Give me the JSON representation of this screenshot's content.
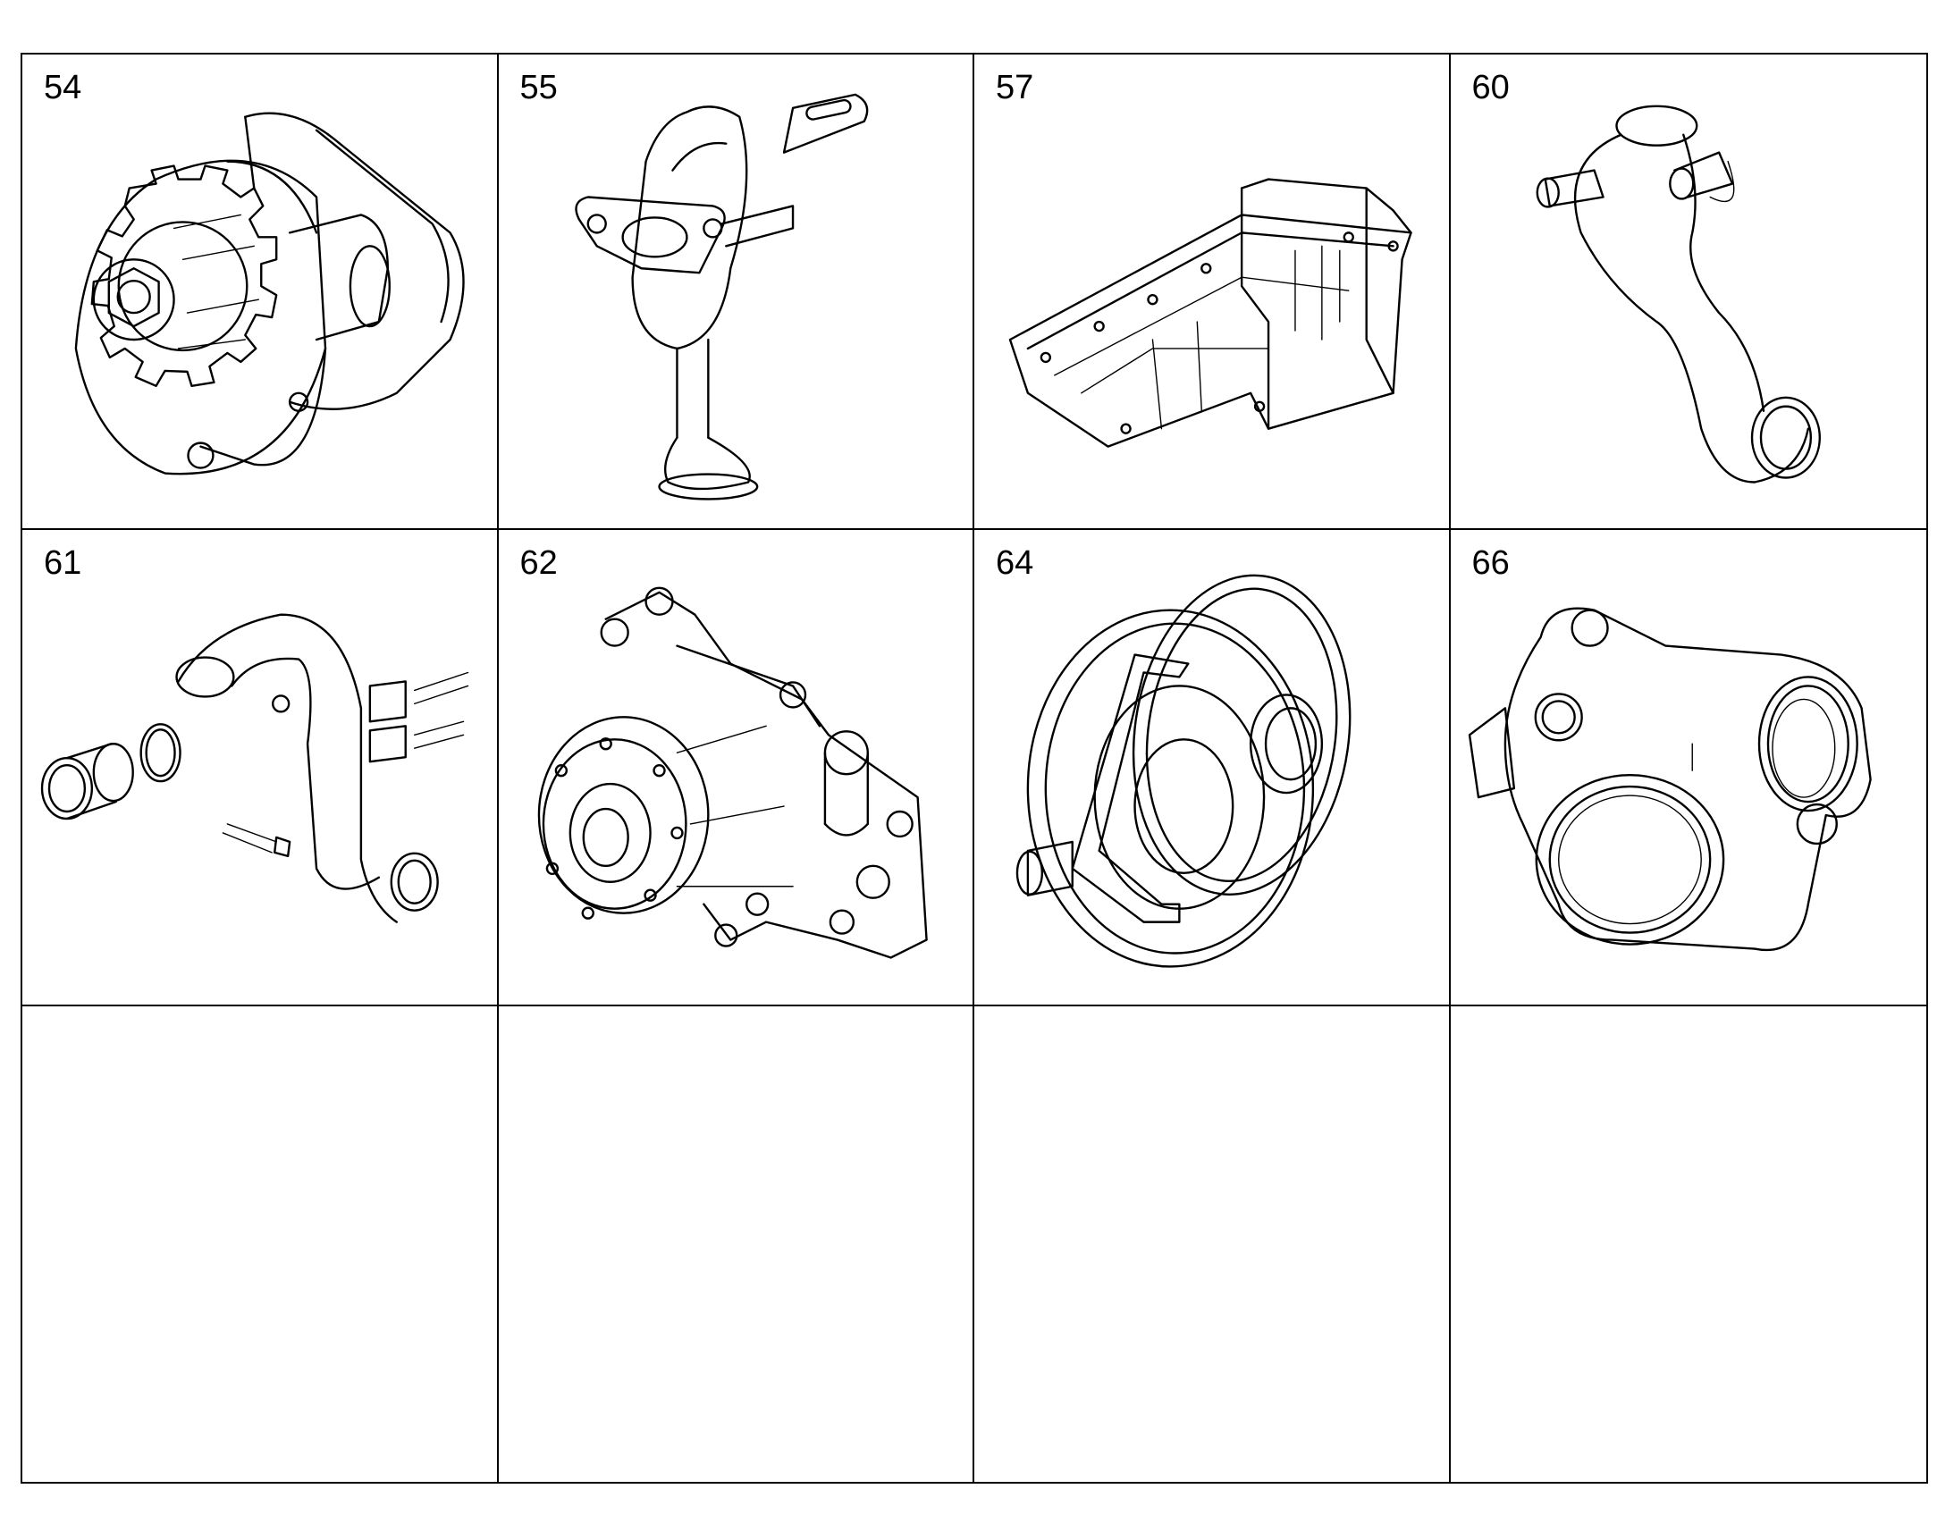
{
  "cells": [
    {
      "label": "54",
      "icon": "generator-gear-icon"
    },
    {
      "label": "55",
      "icon": "oil-dipstick-tube-icon"
    },
    {
      "label": "57",
      "icon": "oil-pan-icon"
    },
    {
      "label": "60",
      "icon": "coolant-pipe-icon"
    },
    {
      "label": "61",
      "icon": "coolant-hose-kit-icon"
    },
    {
      "label": "62",
      "icon": "water-pump-icon"
    },
    {
      "label": "64",
      "icon": "vacuum-pump-icon"
    },
    {
      "label": "66",
      "icon": "thermostat-housing-icon"
    },
    {
      "label": "",
      "icon": ""
    },
    {
      "label": "",
      "icon": ""
    },
    {
      "label": "",
      "icon": ""
    },
    {
      "label": "",
      "icon": ""
    }
  ]
}
